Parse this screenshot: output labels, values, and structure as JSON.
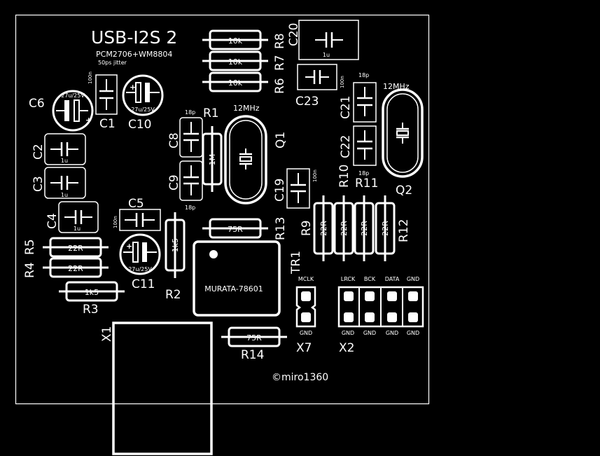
{
  "board": {
    "title": "USB-I2S 2",
    "subtitle": "PCM2706+WM8804",
    "note": "50ps jitter",
    "copyright": "©miro1360"
  },
  "labels": {
    "C6": "C6",
    "C1": "C1",
    "C10": "C10",
    "C2": "C2",
    "C3": "C3",
    "C4": "C4",
    "C5": "C5",
    "C8": "C8",
    "C9": "C9",
    "C11": "C11",
    "R1": "R1",
    "R2": "R2",
    "R3": "R3",
    "R4": "R4",
    "R5": "R5",
    "R6": "R6",
    "R7": "R7",
    "R8": "R8",
    "C20": "C20",
    "C23": "C23",
    "C21": "C21",
    "C22": "C22",
    "Q1": "Q1",
    "Q2": "Q2",
    "C19": "C19",
    "R9": "R9",
    "R10": "R10",
    "R11": "R11",
    "R12": "R12",
    "R13": "R13",
    "R14": "R14",
    "TR1": "TR1",
    "X1": "X1",
    "X2": "X2",
    "X7": "X7"
  },
  "values": {
    "r_10k": "10k",
    "r_1m": "1M",
    "r_1k5": "1k5",
    "r_22r": "22R",
    "r_75r": "75R",
    "c_1u": "1u",
    "c_100n": "100n",
    "c_18p": "18p",
    "c_27u": "27u/25V",
    "xtal": "12MHz",
    "transformer": "MURATA-78601"
  },
  "headers": {
    "mclk": "MCLK",
    "lrck": "LRCK",
    "bck": "BCK",
    "data": "DATA",
    "gnd": "GND"
  }
}
